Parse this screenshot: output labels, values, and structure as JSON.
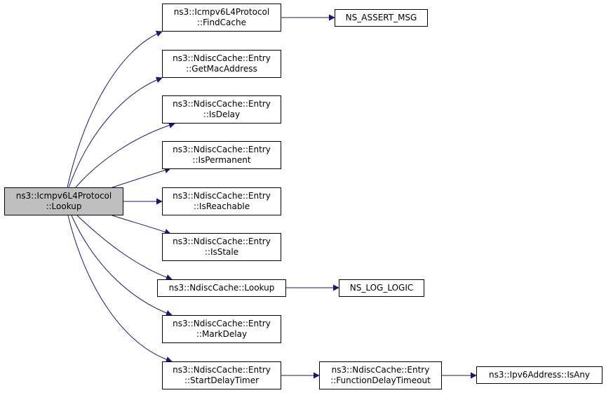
{
  "diagram": {
    "colors": {
      "edge": "#191970",
      "root_fill": "#bfbfbf",
      "node_fill": "#ffffff",
      "node_border": "#000000"
    },
    "nodes": [
      {
        "id": "root",
        "line1": "ns3::Icmpv6L4Protocol",
        "line2": "::Lookup"
      },
      {
        "id": "findcache",
        "line1": "ns3::Icmpv6L4Protocol",
        "line2": "::FindCache"
      },
      {
        "id": "assert",
        "line1": "NS_ASSERT_MSG",
        "line2": ""
      },
      {
        "id": "getmac",
        "line1": "ns3::NdiscCache::Entry",
        "line2": "::GetMacAddress"
      },
      {
        "id": "isdelay",
        "line1": "ns3::NdiscCache::Entry",
        "line2": "::IsDelay"
      },
      {
        "id": "isperm",
        "line1": "ns3::NdiscCache::Entry",
        "line2": "::IsPermanent"
      },
      {
        "id": "isreach",
        "line1": "ns3::NdiscCache::Entry",
        "line2": "::IsReachable"
      },
      {
        "id": "isstale",
        "line1": "ns3::NdiscCache::Entry",
        "line2": "::IsStale"
      },
      {
        "id": "ndlookup",
        "line1": "ns3::NdiscCache::Lookup",
        "line2": ""
      },
      {
        "id": "loglogic",
        "line1": "NS_LOG_LOGIC",
        "line2": ""
      },
      {
        "id": "markdelay",
        "line1": "ns3::NdiscCache::Entry",
        "line2": "::MarkDelay"
      },
      {
        "id": "startdelay",
        "line1": "ns3::NdiscCache::Entry",
        "line2": "::StartDelayTimer"
      },
      {
        "id": "funcdelay",
        "line1": "ns3::NdiscCache::Entry",
        "line2": "::FunctionDelayTimeout"
      },
      {
        "id": "isany",
        "line1": "ns3::Ipv6Address::IsAny",
        "line2": ""
      }
    ],
    "edges": [
      {
        "from": "root",
        "to": "findcache"
      },
      {
        "from": "root",
        "to": "getmac"
      },
      {
        "from": "root",
        "to": "isdelay"
      },
      {
        "from": "root",
        "to": "isperm"
      },
      {
        "from": "root",
        "to": "isreach"
      },
      {
        "from": "root",
        "to": "isstale"
      },
      {
        "from": "root",
        "to": "ndlookup"
      },
      {
        "from": "root",
        "to": "markdelay"
      },
      {
        "from": "root",
        "to": "startdelay"
      },
      {
        "from": "findcache",
        "to": "assert"
      },
      {
        "from": "ndlookup",
        "to": "loglogic"
      },
      {
        "from": "startdelay",
        "to": "funcdelay"
      },
      {
        "from": "funcdelay",
        "to": "isany"
      }
    ]
  }
}
